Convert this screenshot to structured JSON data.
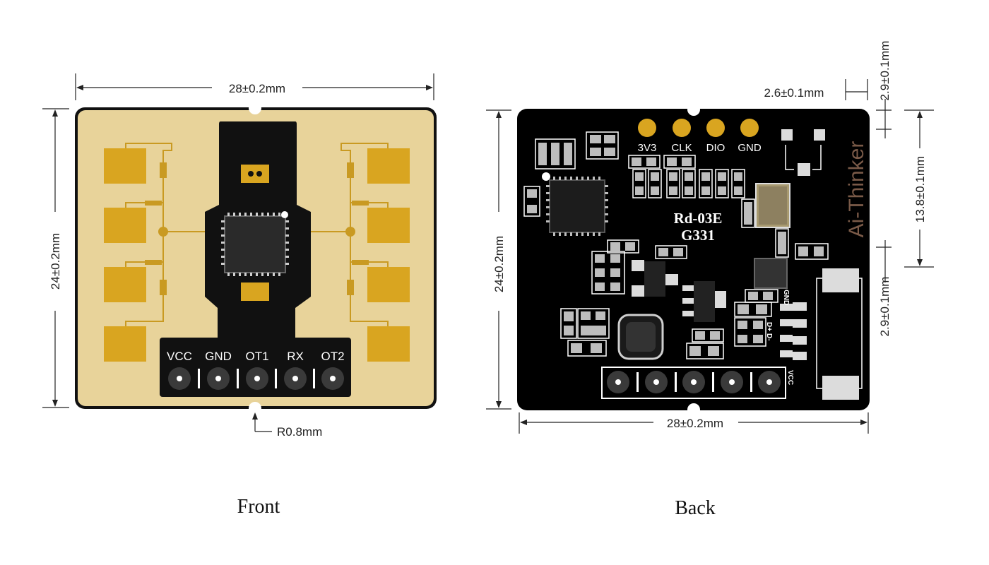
{
  "front": {
    "caption": "Front",
    "width_label": "28±0.2mm",
    "height_label": "24±0.2mm",
    "radius_label": "R0.8mm",
    "pins": [
      "VCC",
      "GND",
      "OT1",
      "RX",
      "OT2"
    ]
  },
  "back": {
    "caption": "Back",
    "width_label": "28±0.2mm",
    "height_label": "24±0.2mm",
    "offset_h_label": "2.6±0.1mm",
    "offset_top_label": "2.9±0.1mm",
    "mid_label": "13.8±0.1mm",
    "offset_bottom_label": "2.9±0.1mm",
    "header_pins": [
      "3V3",
      "CLK",
      "DIO",
      "GND"
    ],
    "model": "Rd-03E",
    "code": "G331",
    "brand": "Ai-Thinker",
    "side_labels": [
      "GND",
      "D+",
      "D-",
      "VCC"
    ]
  },
  "colors": {
    "pcb_front": "#e8d39a",
    "pcb_back": "#000000",
    "gold": "#d9a520",
    "antenna": "#c99a22"
  }
}
